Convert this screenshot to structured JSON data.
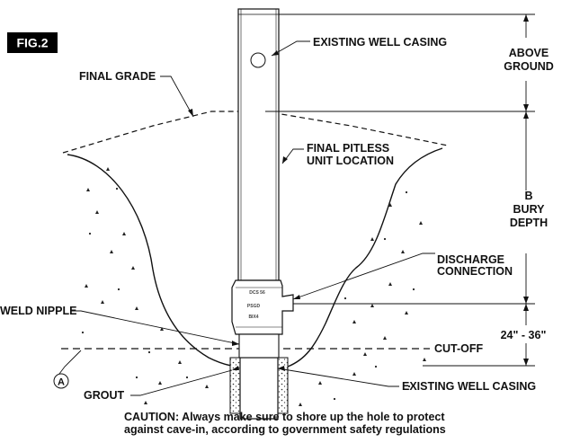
{
  "figure": {
    "badge": "FIG.2"
  },
  "labels": {
    "existing_casing_top": "EXISTING WELL CASING",
    "final_grade": "FINAL GRADE",
    "final_pitless_line1": "FINAL PITLESS",
    "final_pitless_line2": "UNIT LOCATION",
    "discharge_line1": "DISCHARGE",
    "discharge_line2": "CONNECTION",
    "weld_nipple": "WELD NIPPLE",
    "cut_off": "CUT-OFF",
    "grout": "GROUT",
    "existing_casing_bottom": "EXISTING WELL CASING",
    "marker_a": "A"
  },
  "dimensions": {
    "above_ground_line1": "ABOVE",
    "above_ground_line2": "GROUND",
    "bury_line1": "B",
    "bury_line2": "BURY",
    "bury_line3": "DEPTH",
    "depth_range": "24\" - 36\""
  },
  "caution": {
    "line1": "CAUTION: Always make sure to shore up the hole to protect",
    "line2": "against cave-in, according to government safety regulations"
  },
  "unit_markings": {
    "mark1": "DCS 56",
    "mark2": "PSGD",
    "mark3": "BIX4"
  }
}
